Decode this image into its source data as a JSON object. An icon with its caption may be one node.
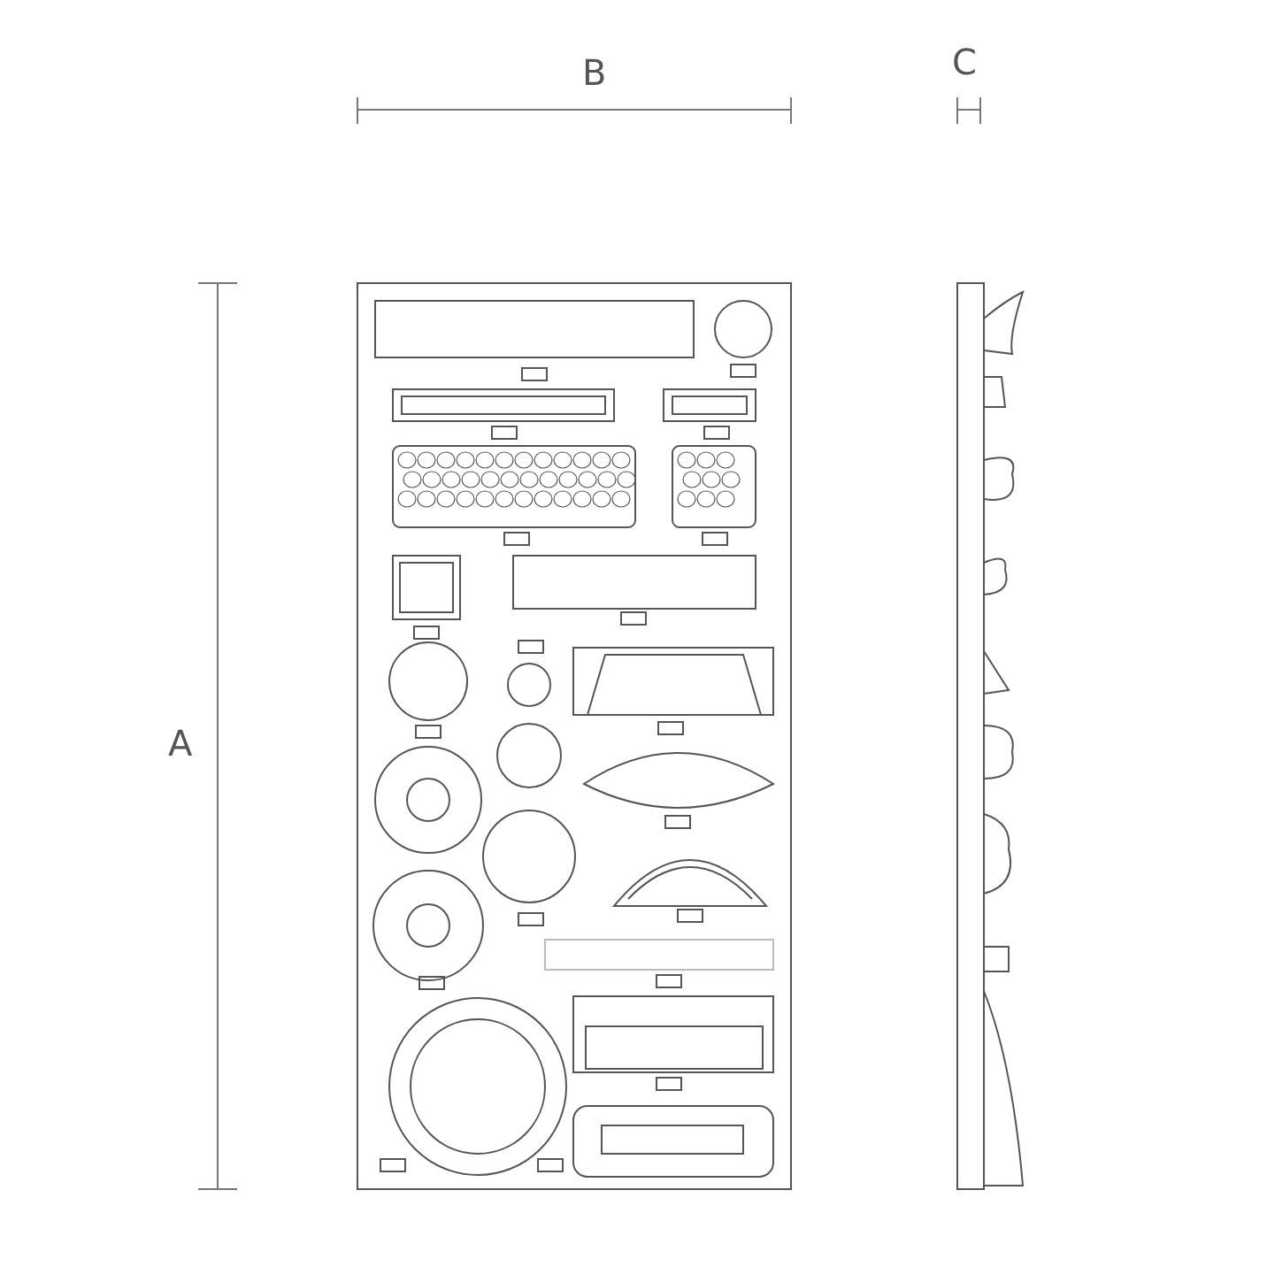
{
  "diagram": {
    "labels": [
      "B",
      "C",
      "A"
    ]
  }
}
